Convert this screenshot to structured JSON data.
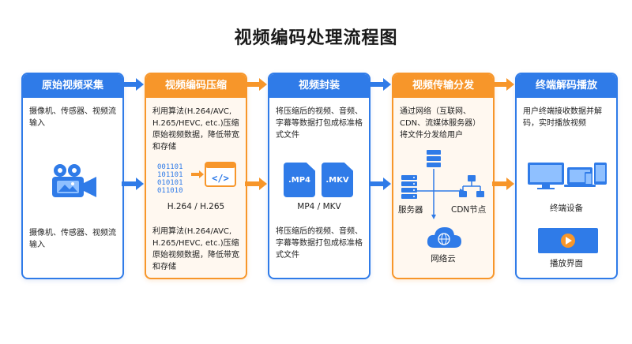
{
  "title": "视频编码处理流程图",
  "colors": {
    "blue": "#2f7be8",
    "orange": "#f7962a"
  },
  "stages": [
    {
      "title": "原始视频采集",
      "top_text": "摄像机、传感器、视频流输入",
      "bottom_text": "摄像机、传感器、视频流输入",
      "icon": "video-camera-icon"
    },
    {
      "title": "视频编码压缩",
      "top_text": "利用算法(H.264/AVC, H.265/HEVC, etc.)压缩原始视频数据，降低带宽和存储",
      "binary": [
        "001101",
        "101101",
        "010101",
        "011010"
      ],
      "label": "H.264 / H.265",
      "bottom_text": "利用算法(H.264/AVC, H.265/HEVC, etc.)压缩原始视频数据，降低带宽和存储",
      "icon": "code-window-icon"
    },
    {
      "title": "视频封装",
      "top_text": "将压缩后的视频、音频、字幕等数据打包成标准格式文件",
      "file1": ".MP4",
      "file2": ".MKV",
      "label": "MP4 / MKV",
      "bottom_text": "将压缩后的视频、音频、字幕等数据打包成标准格式文件",
      "icon": "file-icon"
    },
    {
      "title": "视频传输分发",
      "top_text": "通过网络（互联网、CDN、流媒体服务器）将文件分发给用户",
      "server_label": "服务器",
      "cdn_label": "CDN节点",
      "cloud_label": "网络云",
      "icon": "network-icon"
    },
    {
      "title": "终端解码播放",
      "top_text": "用户终端接收数据并解码，实时播放视频",
      "devices_label": "终端设备",
      "player_label": "播放界面",
      "icon": "devices-icon"
    }
  ]
}
